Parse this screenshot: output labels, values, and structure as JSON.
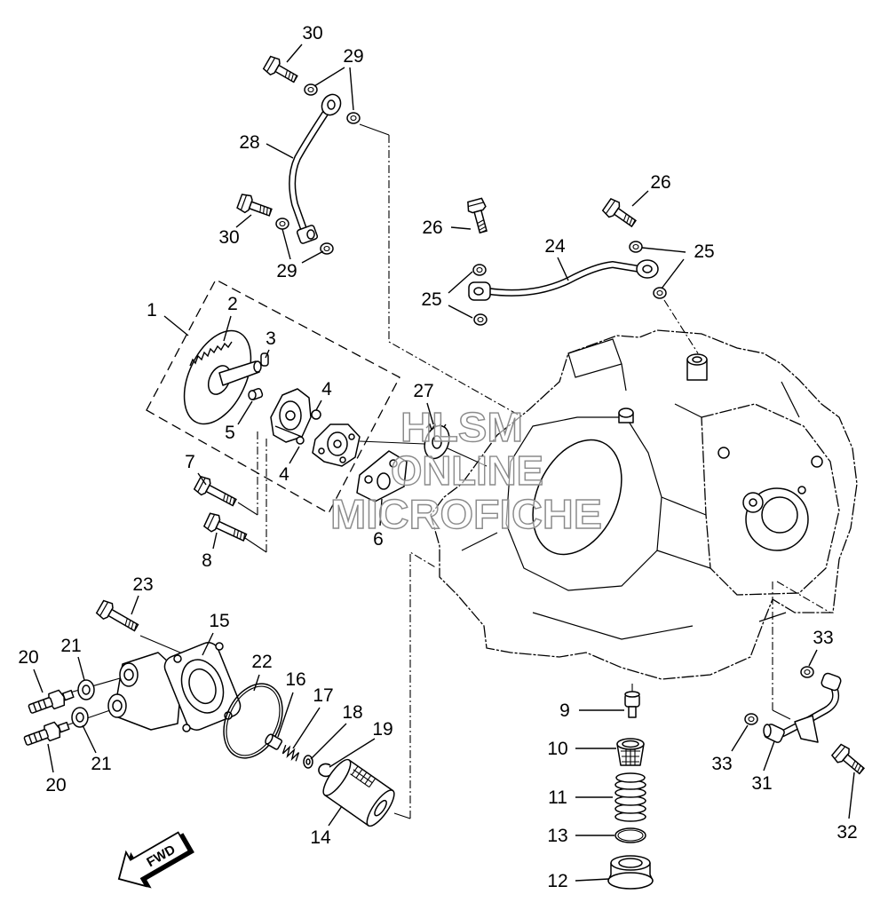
{
  "diagram": {
    "callouts": [
      "30",
      "29",
      "28",
      "30",
      "29",
      "26",
      "26",
      "24",
      "25",
      "25",
      "1",
      "2",
      "3",
      "4",
      "27",
      "5",
      "4",
      "7",
      "6",
      "8",
      "23",
      "15",
      "33",
      "21",
      "20",
      "22",
      "16",
      "17",
      "18",
      "19",
      "9",
      "10",
      "33",
      "21",
      "31",
      "20",
      "11",
      "13",
      "14",
      "32",
      "12"
    ],
    "watermark": [
      "HLSM",
      "ONLINE",
      "MICROFICHE"
    ],
    "fwd_label": "FWD"
  },
  "colors": {
    "line": "#000000",
    "background": "#ffffff",
    "watermark": "#8a8a8a"
  }
}
